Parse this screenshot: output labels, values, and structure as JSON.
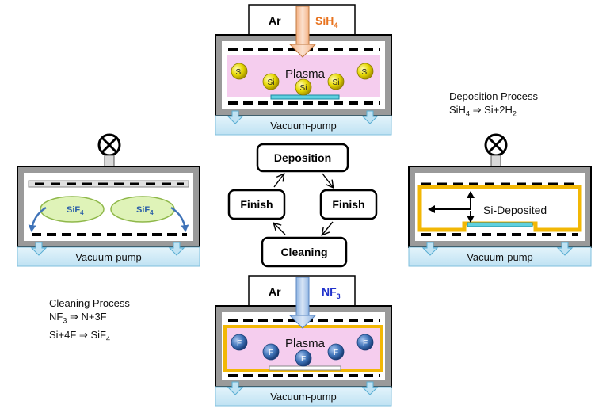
{
  "top_chamber": {
    "gas_labels": [
      "Ar",
      "SiH4"
    ],
    "plasma_label": "Plasma",
    "particle_label": "Si",
    "pump_label": "Vacuum-pump"
  },
  "bottom_chamber": {
    "gas_labels": [
      "Ar",
      "NF3"
    ],
    "plasma_label": "Plasma",
    "particle_label": "F",
    "pump_label": "Vacuum-pump"
  },
  "left_chamber": {
    "cloud_labels": [
      "SiF4",
      "SiF4"
    ],
    "pump_label": "Vacuum-pump"
  },
  "right_chamber": {
    "deposit_label": "Si-Deposited",
    "pump_label": "Vacuum-pump"
  },
  "cycle": {
    "deposition": "Deposition",
    "finish_left": "Finish",
    "finish_right": "Finish",
    "cleaning": "Cleaning"
  },
  "deposition_note": {
    "title": "Deposition Process",
    "equation": "SiH4 ⇒ Si+2H2"
  },
  "cleaning_note": {
    "title": "Cleaning Process",
    "equation_1": "NF3 ⇒ N+3F",
    "equation_2": "Si+4F ⇒ SiF4"
  },
  "colors": {
    "plasma": "#f5cdee",
    "pump": "#cfeaf7",
    "si_ball": "#e6d800",
    "f_ball": "#3f73b8",
    "deposit_border": "#f2b705",
    "sih4_text": "#e8731f",
    "nf3_text": "#2233cc",
    "cloud": "#dff3b8"
  }
}
